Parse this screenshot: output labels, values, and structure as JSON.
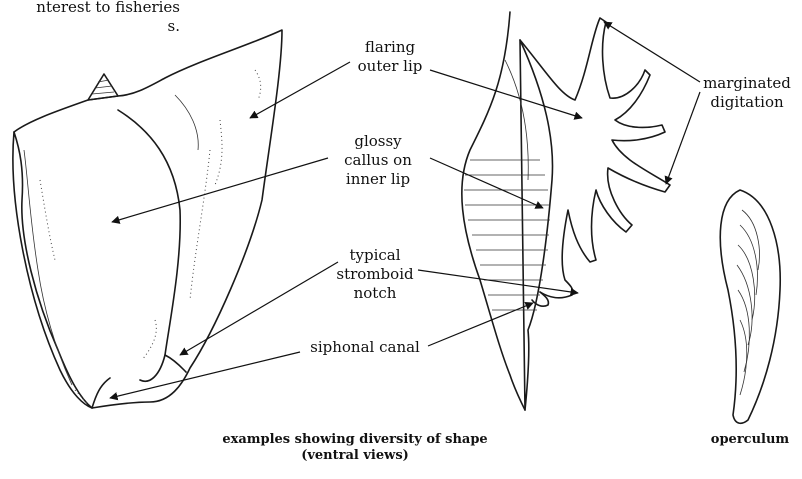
{
  "intro_fragment": "nterest to fisheries\ns.",
  "labels": {
    "flaring_outer_lip": "flaring\nouter lip",
    "glossy_callus": "glossy\ncallus on\ninner lip",
    "stromboid_notch": "typical\nstromboid\nnotch",
    "siphonal_canal": "siphonal canal",
    "marginated_digitation": "marginated\ndigitation"
  },
  "captions": {
    "examples": "examples showing diversity of shape\n(ventral views)",
    "operculum": "operculum"
  }
}
